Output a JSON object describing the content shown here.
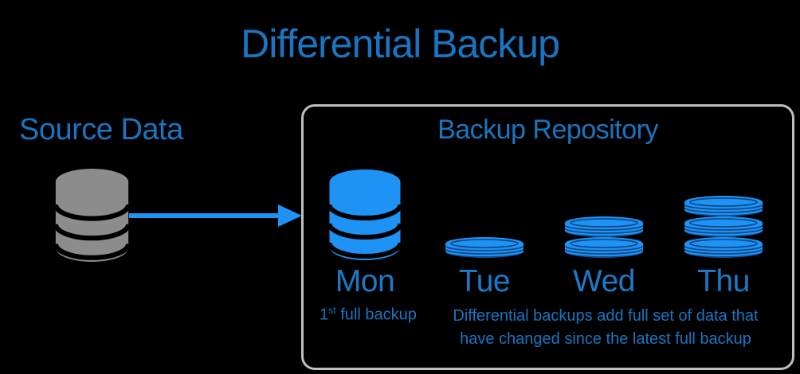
{
  "title": "Differential Backup",
  "source": {
    "label": "Source Data",
    "icon": "database-cylinder-gray"
  },
  "arrow": {
    "icon": "right-arrow",
    "direction": "right"
  },
  "repository": {
    "title": "Backup Repository",
    "days": [
      {
        "label": "Mon",
        "backup_type": "full",
        "icon": "database-cylinder-blue",
        "sections": 3
      },
      {
        "label": "Tue",
        "backup_type": "differential",
        "icon": "disc-stack",
        "discs": 1
      },
      {
        "label": "Wed",
        "backup_type": "differential",
        "icon": "disc-stack",
        "discs": 2
      },
      {
        "label": "Thu",
        "backup_type": "differential",
        "icon": "disc-stack",
        "discs": 3
      }
    ],
    "notes": {
      "full": {
        "base": "1",
        "sup": "st",
        "rest": " full backup"
      },
      "differential_line1": "Differential backups add full set of data that",
      "differential_line2": "have changed since the latest full backup"
    }
  },
  "colors": {
    "background": "#000000",
    "accent_blue": "#1E93F5",
    "text_blue": "#1975C1",
    "day_label_blue": "#1B7AC8",
    "source_gray": "#8C8C8C",
    "box_border": "#BFBFBF"
  }
}
